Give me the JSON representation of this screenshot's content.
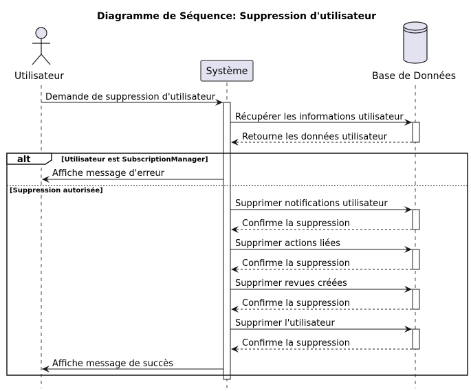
{
  "diagram": {
    "title": "Diagramme de Séquence: Suppression d'utilisateur",
    "participants": [
      {
        "id": "user",
        "label": "Utilisateur",
        "kind": "actor-icon"
      },
      {
        "id": "system",
        "label": "Système",
        "kind": "box"
      },
      {
        "id": "db",
        "label": "Base de Données",
        "kind": "database-icon"
      }
    ],
    "messages": [
      {
        "id": "m1",
        "from": "user",
        "to": "system",
        "text": "Demande de suppression d'utilisateur",
        "style": "solid"
      },
      {
        "id": "m2",
        "from": "system",
        "to": "db",
        "text": "Récupérer les informations utilisateur",
        "style": "solid"
      },
      {
        "id": "m3",
        "from": "db",
        "to": "system",
        "text": "Retourne les données utilisateur",
        "style": "dashed"
      },
      {
        "id": "m4",
        "from": "system",
        "to": "user",
        "text": "Affiche message d'erreur",
        "style": "solid"
      },
      {
        "id": "m5",
        "from": "system",
        "to": "db",
        "text": "Supprimer notifications utilisateur",
        "style": "solid"
      },
      {
        "id": "m6",
        "from": "db",
        "to": "system",
        "text": "Confirme la suppression",
        "style": "dashed"
      },
      {
        "id": "m7",
        "from": "system",
        "to": "db",
        "text": "Supprimer actions liées",
        "style": "solid"
      },
      {
        "id": "m8",
        "from": "db",
        "to": "system",
        "text": "Confirme la suppression",
        "style": "dashed"
      },
      {
        "id": "m9",
        "from": "system",
        "to": "db",
        "text": "Supprimer revues créées",
        "style": "solid"
      },
      {
        "id": "m10",
        "from": "db",
        "to": "system",
        "text": "Confirme la suppression",
        "style": "dashed"
      },
      {
        "id": "m11",
        "from": "system",
        "to": "db",
        "text": "Supprimer l'utilisateur",
        "style": "solid"
      },
      {
        "id": "m12",
        "from": "db",
        "to": "system",
        "text": "Confirme la suppression",
        "style": "dashed"
      },
      {
        "id": "m13",
        "from": "system",
        "to": "user",
        "text": "Affiche message de succès",
        "style": "solid"
      }
    ],
    "alt": {
      "label": "alt",
      "guard1": "[Utilisateur est SubscriptionManager]",
      "guard2": "[Suppression autorisée]"
    },
    "colors": {
      "participant_fill": "#e2e2f0",
      "participant_border": "#181818",
      "line": "#181818",
      "lifeline": "#181818"
    }
  }
}
